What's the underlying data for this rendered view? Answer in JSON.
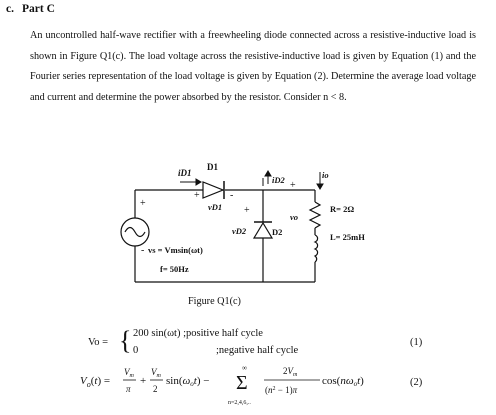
{
  "header": {
    "letter": "c.",
    "title": "Part C"
  },
  "paragraph": "An uncontrolled half-wave rectifier with a freewheeling diode connected across a resistive-inductive load is shown in Figure Q1(c). The load voltage across the resistive-inductive load is given by Equation (1) and the Fourier series representation of the load voltage is given by Equation (2). Determine the average load voltage and current and determine the power absorbed by the resistor. Consider n < 8.",
  "circuit": {
    "d1": "D1",
    "i_d1": "iD1",
    "v_d1": "vD1",
    "i_d2": "iD2",
    "i_o": "io",
    "v_d2": "vD2",
    "d2": "D2",
    "v_o": "vo",
    "r": "R= 2Ω",
    "l": "L= 25mH",
    "vs": "vs = Vmsin(ωt)",
    "f": "f= 50Hz",
    "plus": "+",
    "minus": "-"
  },
  "caption": "Figure Q1(c)",
  "equation1": {
    "lhs": "Vo =",
    "line1": "200 sin(ωt) ;positive half cycle",
    "line2_value": "0",
    "line2_text": ";negative half cycle",
    "number": "(1)"
  },
  "equation2": {
    "number": "(2)",
    "sum_lower": "n=2,4,6,..",
    "sum_upper": "∞"
  }
}
